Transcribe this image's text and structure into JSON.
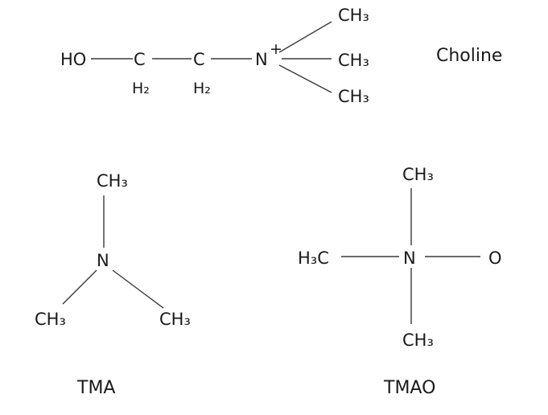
{
  "choline": {
    "name": "Choline",
    "ho": "HO",
    "c1": "C",
    "c2": "C",
    "h2_1": "H₂",
    "h2_2": "H₂",
    "n": "N",
    "charge": "+",
    "ch3_top": "CH₃",
    "ch3_mid": "CH₃",
    "ch3_bot": "CH₃"
  },
  "tma": {
    "name": "TMA",
    "n": "N",
    "ch3_top": "CH₃",
    "ch3_left": "CH₃",
    "ch3_right": "CH₃"
  },
  "tmao": {
    "name": "TMAO",
    "n": "N",
    "o": "O",
    "h3c_left": "H₃C",
    "ch3_top": "CH₃",
    "ch3_bot": "CH₃"
  }
}
